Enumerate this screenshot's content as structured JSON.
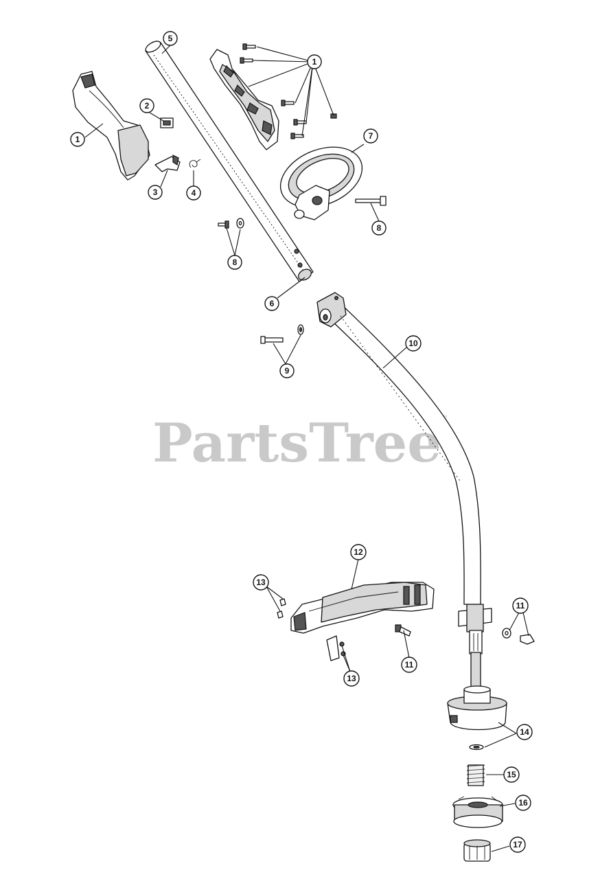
{
  "watermark": {
    "text": "PartsTree",
    "trademark": "™"
  },
  "callouts": [
    {
      "id": "c1a",
      "label": "1"
    },
    {
      "id": "c1b",
      "label": "1"
    },
    {
      "id": "c2",
      "label": "2"
    },
    {
      "id": "c3",
      "label": "3"
    },
    {
      "id": "c4",
      "label": "4"
    },
    {
      "id": "c5",
      "label": "5"
    },
    {
      "id": "c6",
      "label": "6"
    },
    {
      "id": "c7",
      "label": "7"
    },
    {
      "id": "c8a",
      "label": "8"
    },
    {
      "id": "c8b",
      "label": "8"
    },
    {
      "id": "c9",
      "label": "9"
    },
    {
      "id": "c10",
      "label": "10"
    },
    {
      "id": "c11a",
      "label": "11"
    },
    {
      "id": "c11b",
      "label": "11"
    },
    {
      "id": "c12",
      "label": "12"
    },
    {
      "id": "c13a",
      "label": "13"
    },
    {
      "id": "c13b",
      "label": "13"
    },
    {
      "id": "c14",
      "label": "14"
    },
    {
      "id": "c15",
      "label": "15"
    },
    {
      "id": "c16",
      "label": "16"
    },
    {
      "id": "c17",
      "label": "17"
    }
  ]
}
